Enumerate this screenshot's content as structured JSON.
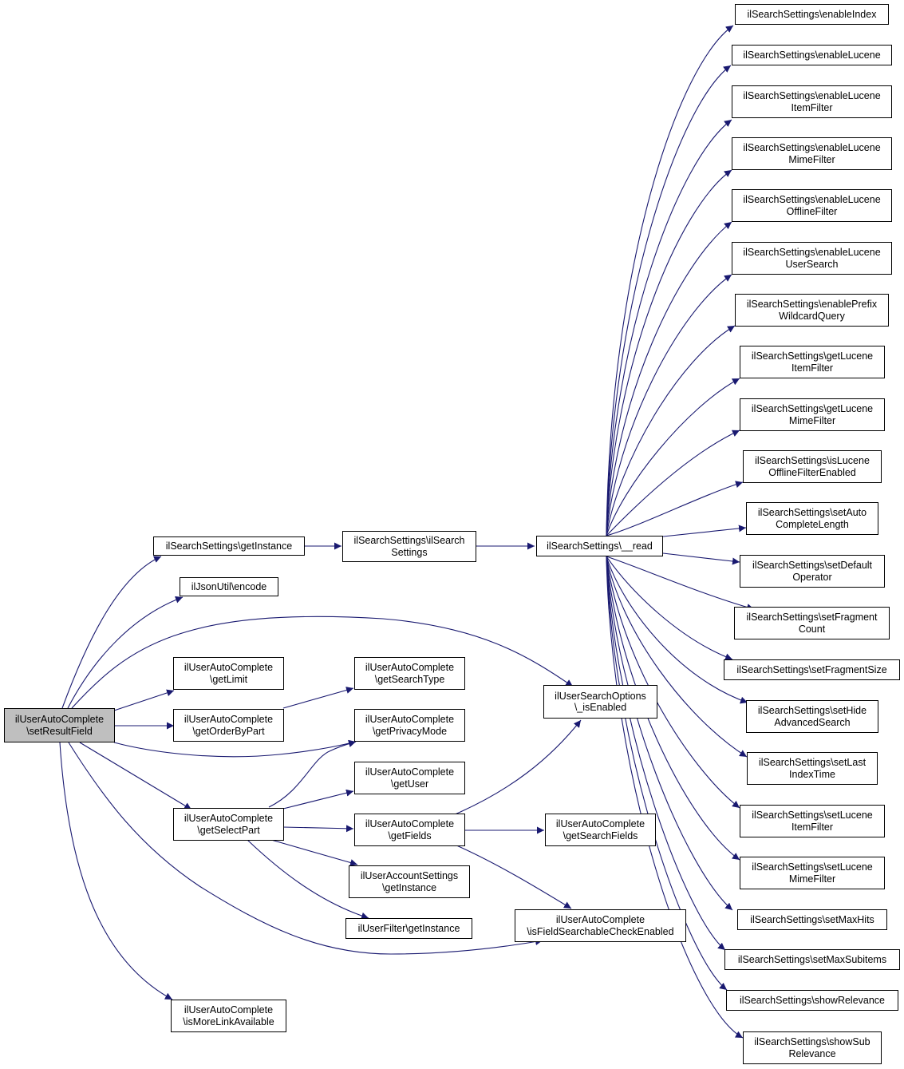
{
  "colors": {
    "edge": "#191970",
    "root_fill": "#bfbfbf",
    "node_fill": "#ffffff",
    "node_border": "#000000"
  },
  "nodes": {
    "root": [
      "ilUserAutoComplete",
      "\\setResultField"
    ],
    "ss_getInstance": [
      "ilSearchSettings\\getInstance"
    ],
    "ss_ctor": [
      "ilSearchSettings\\ilSearch",
      "Settings"
    ],
    "ss_read": [
      "ilSearchSettings\\__read"
    ],
    "json_encode": [
      "ilJsonUtil\\encode"
    ],
    "getLimit": [
      "ilUserAutoComplete",
      "\\getLimit"
    ],
    "getOrderByPart": [
      "ilUserAutoComplete",
      "\\getOrderByPart"
    ],
    "getSearchType": [
      "ilUserAutoComplete",
      "\\getSearchType"
    ],
    "getPrivacyMode": [
      "ilUserAutoComplete",
      "\\getPrivacyMode"
    ],
    "getUser": [
      "ilUserAutoComplete",
      "\\getUser"
    ],
    "getSelectPart": [
      "ilUserAutoComplete",
      "\\getSelectPart"
    ],
    "getFields": [
      "ilUserAutoComplete",
      "\\getFields"
    ],
    "accountSettings": [
      "ilUserAccountSettings",
      "\\getInstance"
    ],
    "userFilter": [
      "ilUserFilter\\getInstance"
    ],
    "isMoreLink": [
      "ilUserAutoComplete",
      "\\isMoreLinkAvailable"
    ],
    "searchOptions": [
      "ilUserSearchOptions",
      "\\_isEnabled"
    ],
    "getSearchFields": [
      "ilUserAutoComplete",
      "\\getSearchFields"
    ],
    "isFieldSearchable": [
      "ilUserAutoComplete",
      "\\isFieldSearchableCheckEnabled"
    ],
    "r_enableIndex": [
      "ilSearchSettings\\enableIndex"
    ],
    "r_enableLucene": [
      "ilSearchSettings\\enableLucene"
    ],
    "r_enLucItem": [
      "ilSearchSettings\\enableLucene",
      "ItemFilter"
    ],
    "r_enLucMime": [
      "ilSearchSettings\\enableLucene",
      "MimeFilter"
    ],
    "r_enLucOffline": [
      "ilSearchSettings\\enableLucene",
      "OfflineFilter"
    ],
    "r_enLucUser": [
      "ilSearchSettings\\enableLucene",
      "UserSearch"
    ],
    "r_enPrefix": [
      "ilSearchSettings\\enablePrefix",
      "WildcardQuery"
    ],
    "r_getLucItem": [
      "ilSearchSettings\\getLucene",
      "ItemFilter"
    ],
    "r_getLucMime": [
      "ilSearchSettings\\getLucene",
      "MimeFilter"
    ],
    "r_isLucOffline": [
      "ilSearchSettings\\isLucene",
      "OfflineFilterEnabled"
    ],
    "r_setAuto": [
      "ilSearchSettings\\setAuto",
      "CompleteLength"
    ],
    "r_setDefault": [
      "ilSearchSettings\\setDefault",
      "Operator"
    ],
    "r_setFragCount": [
      "ilSearchSettings\\setFragment",
      "Count"
    ],
    "r_setFragSize": [
      "ilSearchSettings\\setFragmentSize"
    ],
    "r_setHide": [
      "ilSearchSettings\\setHide",
      "AdvancedSearch"
    ],
    "r_setLast": [
      "ilSearchSettings\\setLast",
      "IndexTime"
    ],
    "r_setLucItem": [
      "ilSearchSettings\\setLucene",
      "ItemFilter"
    ],
    "r_setLucMime": [
      "ilSearchSettings\\setLucene",
      "MimeFilter"
    ],
    "r_setMaxHits": [
      "ilSearchSettings\\setMaxHits"
    ],
    "r_setMaxSub": [
      "ilSearchSettings\\setMaxSubitems"
    ],
    "r_showRel": [
      "ilSearchSettings\\showRelevance"
    ],
    "r_showSubRel": [
      "ilSearchSettings\\showSub",
      "Relevance"
    ]
  }
}
